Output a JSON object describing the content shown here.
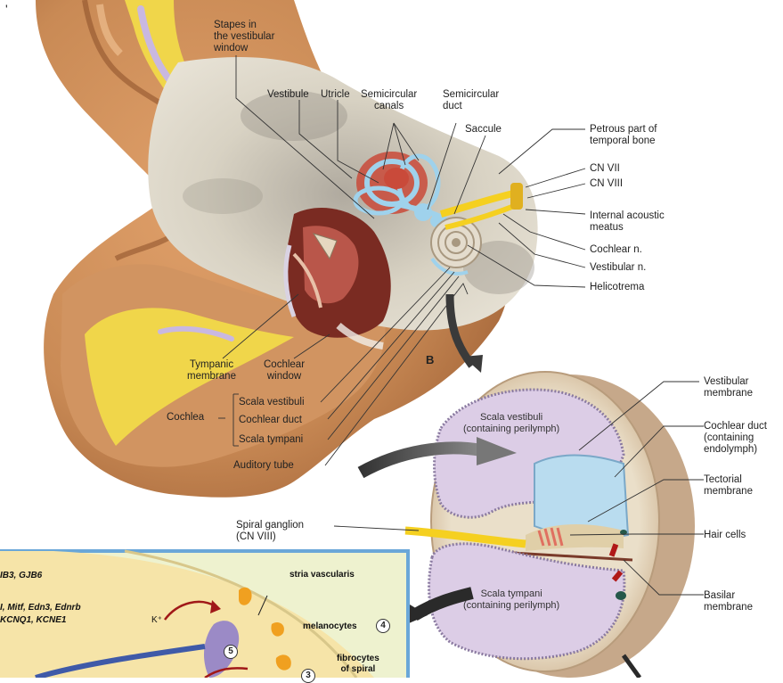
{
  "figure": {
    "corner_mark": "'",
    "panel_b_label": "B",
    "labels": {
      "stapes": "Stapes in\nthe vestibular\nwindow",
      "vestibule": "Vestibule",
      "utricle": "Utricle",
      "semicircular_canals": "Semicircular\ncanals",
      "semicircular_duct": "Semicircular\nduct",
      "saccule": "Saccule",
      "petrous": "Petrous part of\ntemporal bone",
      "cn7": "CN VII",
      "cn8": "CN VIII",
      "internal_acoustic": "Internal acoustic\nmeatus",
      "cochlear_n": "Cochlear n.",
      "vestibular_n": "Vestibular n.",
      "helicotrema": "Helicotrema",
      "tympanic": "Tympanic\nmembrane",
      "cochlear_window": "Cochlear\nwindow",
      "cochlea": "Cochlea",
      "scala_vestibuli": "Scala vestibuli",
      "cochlear_duct": "Cochlear duct",
      "scala_tympani": "Scala tympani",
      "auditory_tube": "Auditory tube",
      "spiral_ganglion": "Spiral ganglion\n(CN VIII)",
      "vestibular_membrane": "Vestibular\nmembrane",
      "cochlear_duct_b": "Cochlear duct\n(containing\nendolymph)",
      "tectorial": "Tectorial\nmembrane",
      "hair_cells": "Hair cells",
      "basilar": "Basilar\nmembrane",
      "sv_inner": "Scala vestibuli\n(containing perilymph)",
      "st_inner": "Scala tympani\n(containing perilymph)"
    },
    "inset": {
      "gene_line1": "IB3, GJB6",
      "gene_line2": "I, Mitf, Edn3, Ednrb",
      "gene_line3": "KCNQ1, KCNE1",
      "stria": "stria vascularis",
      "melanocytes": "melanocytes",
      "melanocytes_num": "4",
      "num5": "5",
      "ion": "K⁺",
      "fibrocytes": "fibrocytes\nof spiral",
      "num_partial": "3"
    }
  },
  "colors": {
    "skin": "#c98a55",
    "bone": "#e3dccb",
    "fat": "#f0d64a",
    "perilymph": "#dccde6",
    "endolymph": "#b9dcef",
    "nerve": "#f5d020",
    "inset_border": "#6aa7d8"
  }
}
